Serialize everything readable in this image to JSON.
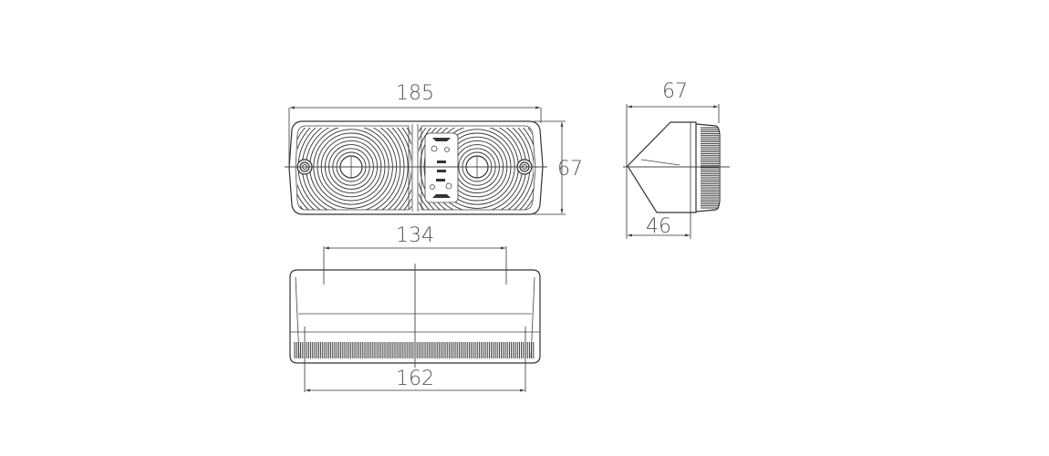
{
  "drawing": {
    "title": "Lamp dimensional drawing",
    "units": "mm",
    "views": {
      "front": {
        "width_label": "185",
        "height_label": "67"
      },
      "side": {
        "depth_label": "67",
        "body_depth_label": "46"
      },
      "bottom": {
        "mount_spacing_label": "134",
        "base_width_label": "162"
      }
    },
    "colors": {
      "line": "#333333",
      "text": "#555555",
      "background": "#ffffff"
    }
  }
}
